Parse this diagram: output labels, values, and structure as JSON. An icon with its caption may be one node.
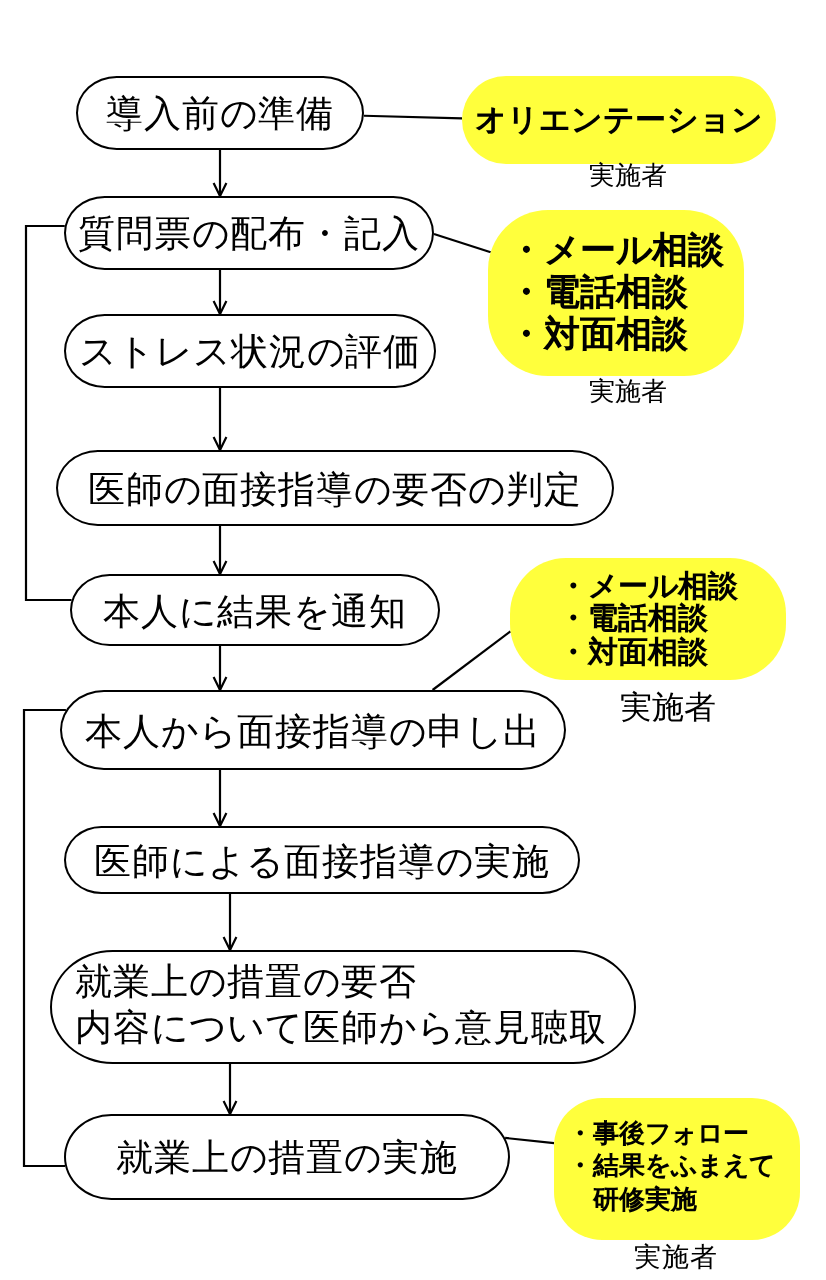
{
  "diagram": {
    "nodes": [
      {
        "text": [
          "導入前の準備"
        ]
      },
      {
        "text": [
          "オリエンテーション"
        ],
        "beside": [
          "実施者"
        ]
      },
      {
        "text": [
          "質問票の配布・記入"
        ]
      },
      {
        "text": [
          "・メール相談",
          "・電話相談",
          "・対面相談"
        ],
        "beside": [
          "実施者"
        ]
      },
      {
        "text": [
          "ストレス状況の評価"
        ]
      },
      {
        "text": [
          "医師の面接指導の要否の判定"
        ]
      },
      {
        "text": [
          "本人に結果を通知"
        ]
      },
      {
        "text": [
          "・メール相談",
          "・電話相談",
          "・対面相談"
        ],
        "beside": [
          "実施者"
        ]
      },
      {
        "text": [
          "本人から面接指導の申し出"
        ]
      },
      {
        "text": [
          "医師による面接指導の実施"
        ]
      },
      {
        "text": [
          "就業上の措置の要否内容について医師から意見聴取"
        ]
      },
      {
        "text": [
          "就業上の措置の実施"
        ]
      },
      {
        "text": [
          "・事後フォロー",
          "・結果をふまえて研修実施"
        ],
        "beside": [
          "実施者"
        ]
      }
    ],
    "edges": [
      {
        "from": 0,
        "to": 2,
        "arrow": "to"
      },
      {
        "from": 2,
        "to": 4,
        "arrow": "to"
      },
      {
        "from": 4,
        "to": 5,
        "arrow": "to"
      },
      {
        "from": 5,
        "to": 6,
        "arrow": "to"
      },
      {
        "from": 6,
        "to": 8,
        "arrow": "to"
      },
      {
        "from": 8,
        "to": 9,
        "arrow": "to"
      },
      {
        "from": 9,
        "to": 10,
        "arrow": "to"
      },
      {
        "from": 10,
        "to": 11,
        "arrow": "to"
      },
      {
        "from": 0,
        "to": 1,
        "arrow": "none"
      },
      {
        "from": 2,
        "to": 3,
        "arrow": "none"
      },
      {
        "from": 8,
        "to": 7,
        "arrow": "none"
      },
      {
        "from": 11,
        "to": 12,
        "arrow": "none"
      },
      {
        "from": 2,
        "to": 6,
        "arrow": "none"
      },
      {
        "from": 8,
        "to": 11,
        "arrow": "none"
      }
    ]
  }
}
